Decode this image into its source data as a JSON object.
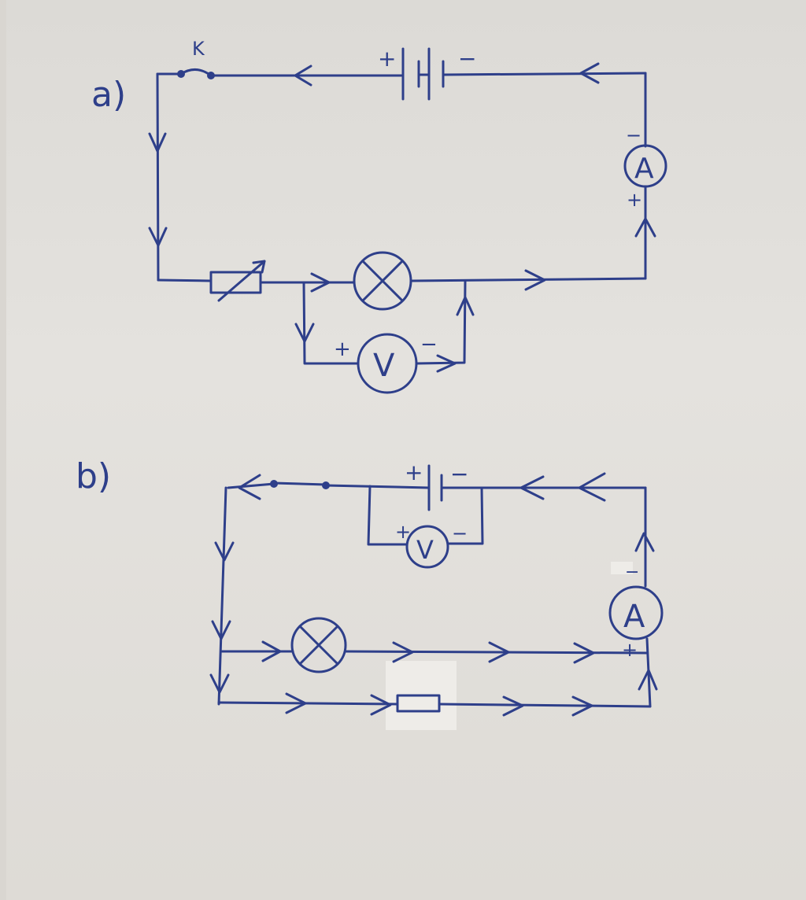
{
  "labels": {
    "part_a": "a)",
    "part_b": "b)",
    "switch": "K",
    "ammeter": "A",
    "voltmeter": "V",
    "plus": "+",
    "minus": "−"
  },
  "colors": {
    "ink": "#2e3f8a",
    "paper": "#e0ded9"
  }
}
